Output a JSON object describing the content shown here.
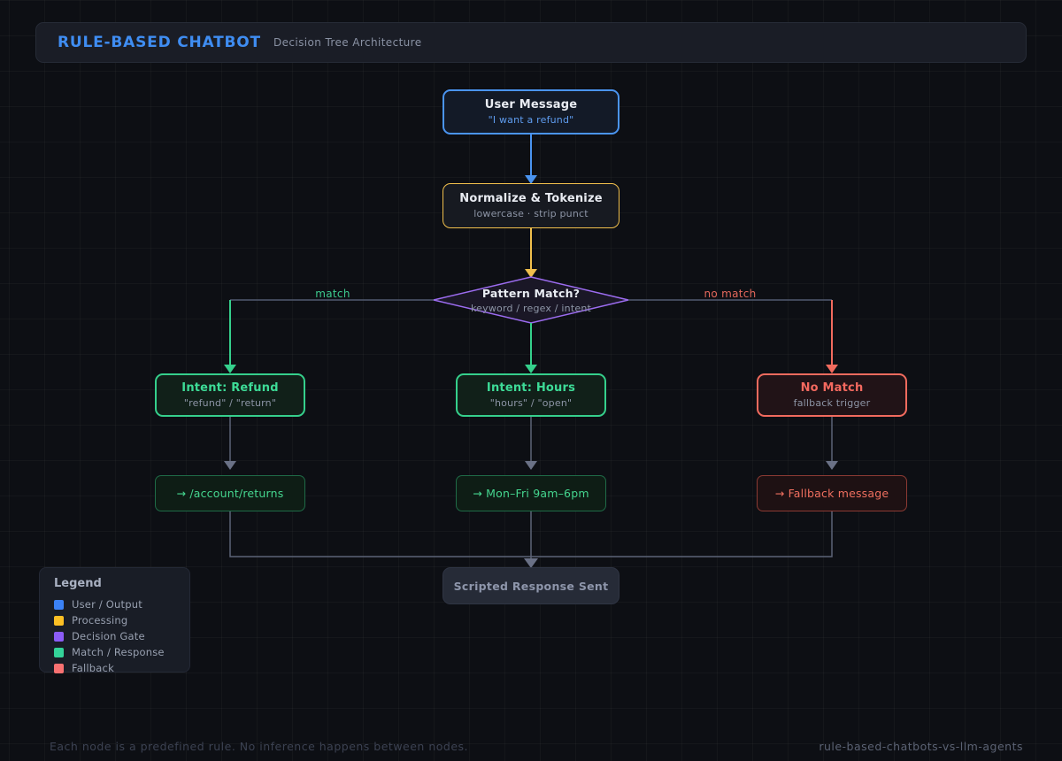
{
  "header": {
    "title": "RULE-BASED CHATBOT",
    "subtitle": "Decision Tree Architecture"
  },
  "nodes": {
    "user_message": {
      "title": "User Message",
      "subtitle": "\"I want a refund\""
    },
    "normalize": {
      "title": "Normalize & Tokenize",
      "subtitle": "lowercase · strip punct"
    },
    "pattern_match": {
      "title": "Pattern Match?",
      "subtitle": "keyword / regex / intent"
    },
    "intent_refund": {
      "title": "Intent: Refund",
      "subtitle": "\"refund\" / \"return\""
    },
    "intent_hours": {
      "title": "Intent: Hours",
      "subtitle": "\"hours\" / \"open\""
    },
    "no_match": {
      "title": "No Match",
      "subtitle": "fallback trigger"
    },
    "response_refund": {
      "label": "→ /account/returns"
    },
    "response_hours": {
      "label": "→ Mon–Fri 9am–6pm"
    },
    "response_fallback": {
      "label": "→ Fallback message"
    },
    "scripted_response": {
      "label": "Scripted Response Sent"
    }
  },
  "edges": {
    "match_label": "match",
    "no_match_label": "no match"
  },
  "legend": {
    "title": "Legend",
    "items": [
      {
        "label": "User / Output",
        "color": "#3b82f6"
      },
      {
        "label": "Processing",
        "color": "#fbbf24"
      },
      {
        "label": "Decision Gate",
        "color": "#8b5cf6"
      },
      {
        "label": "Match / Response",
        "color": "#34d399"
      },
      {
        "label": "Fallback",
        "color": "#f87171"
      }
    ]
  },
  "footer": {
    "note": "Each node is a predefined rule. No inference happens between nodes.",
    "tag": "rule-based-chatbots-vs-llm-agents"
  },
  "colors": {
    "accent_blue": "#4a94f0",
    "accent_amber": "#f0bf4c",
    "accent_purple": "#9c6cf0",
    "accent_green": "#35d08c",
    "accent_red": "#f26b5e",
    "connector_slate": "#5c6377",
    "background": "#0d0f14"
  }
}
